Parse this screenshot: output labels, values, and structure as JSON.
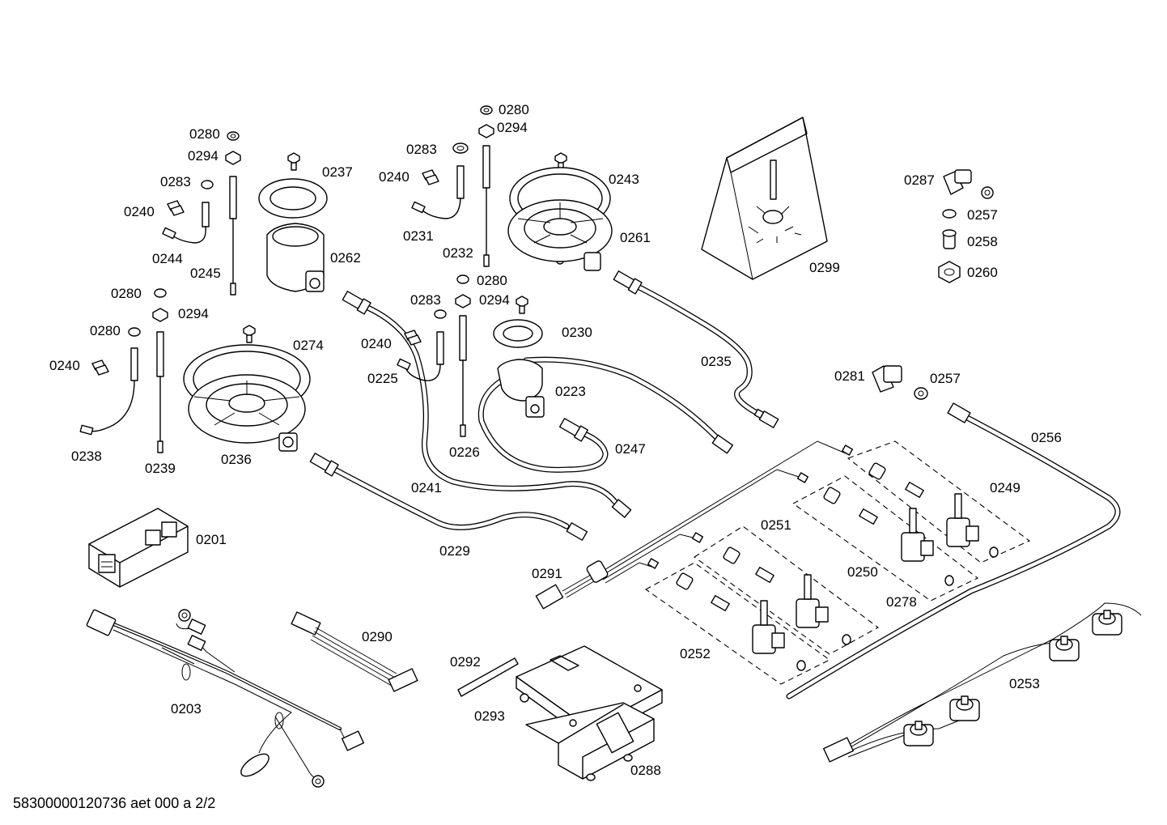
{
  "footer": "58300000120736 aet 000 a 2/2",
  "labels": [
    "0280",
    "0294",
    "0283",
    "0240",
    "0244",
    "0245",
    "0237",
    "0262",
    "0280",
    "0294",
    "0283",
    "0240",
    "0231",
    "0232",
    "0243",
    "0261",
    "0280",
    "0294",
    "0280",
    "0240",
    "0238",
    "0239",
    "0274",
    "0236",
    "0280",
    "0294",
    "0283",
    "0240",
    "0225",
    "0226",
    "0230",
    "0223",
    "0299",
    "0287",
    "0257",
    "0258",
    "0260",
    "0235",
    "0281",
    "0257",
    "0256",
    "0247",
    "0241",
    "0229",
    "0201",
    "0249",
    "0251",
    "0250",
    "0278",
    "0291",
    "0252",
    "0203",
    "0290",
    "0292",
    "0293",
    "0288",
    "0253"
  ]
}
